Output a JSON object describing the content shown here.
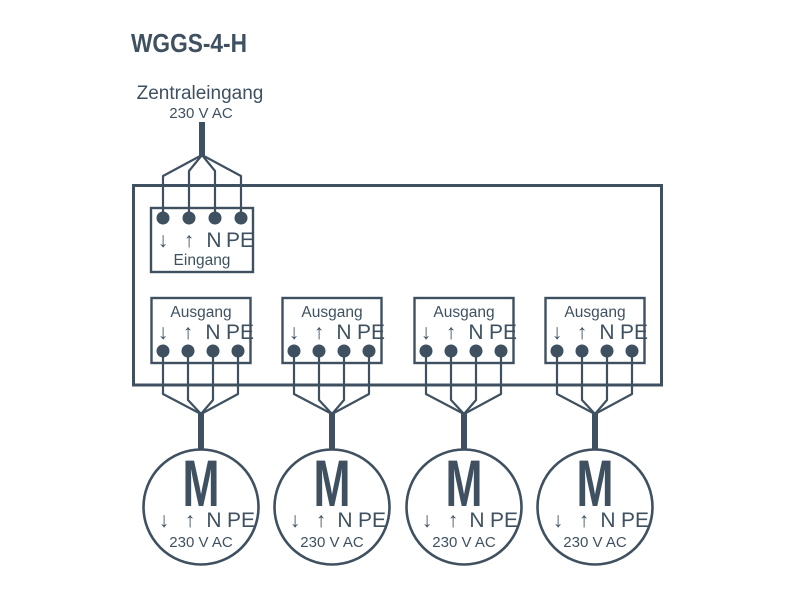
{
  "title": "WGGS-4-H",
  "colors": {
    "ink": "#3F5160",
    "background": "#FFFFFF"
  },
  "central_input": {
    "label": "Zentraleingang",
    "voltage": "230 V AC"
  },
  "input_block": {
    "label": "Eingang",
    "terminals": {
      "down": "↓",
      "up": "↑",
      "neutral": "N",
      "earth": "PE"
    }
  },
  "output_blocks": [
    {
      "label": "Ausgang",
      "terminals": {
        "down": "↓",
        "up": "↑",
        "neutral": "N",
        "earth": "PE"
      }
    },
    {
      "label": "Ausgang",
      "terminals": {
        "down": "↓",
        "up": "↑",
        "neutral": "N",
        "earth": "PE"
      }
    },
    {
      "label": "Ausgang",
      "terminals": {
        "down": "↓",
        "up": "↑",
        "neutral": "N",
        "earth": "PE"
      }
    },
    {
      "label": "Ausgang",
      "terminals": {
        "down": "↓",
        "up": "↑",
        "neutral": "N",
        "earth": "PE"
      }
    }
  ],
  "motors": [
    {
      "symbol": "M",
      "terminals": {
        "down": "↓",
        "up": "↑",
        "neutral": "N",
        "earth": "PE"
      },
      "voltage": "230 V AC"
    },
    {
      "symbol": "M",
      "terminals": {
        "down": "↓",
        "up": "↑",
        "neutral": "N",
        "earth": "PE"
      },
      "voltage": "230 V AC"
    },
    {
      "symbol": "M",
      "terminals": {
        "down": "↓",
        "up": "↑",
        "neutral": "N",
        "earth": "PE"
      },
      "voltage": "230 V AC"
    },
    {
      "symbol": "M",
      "terminals": {
        "down": "↓",
        "up": "↑",
        "neutral": "N",
        "earth": "PE"
      },
      "voltage": "230 V AC"
    }
  ]
}
